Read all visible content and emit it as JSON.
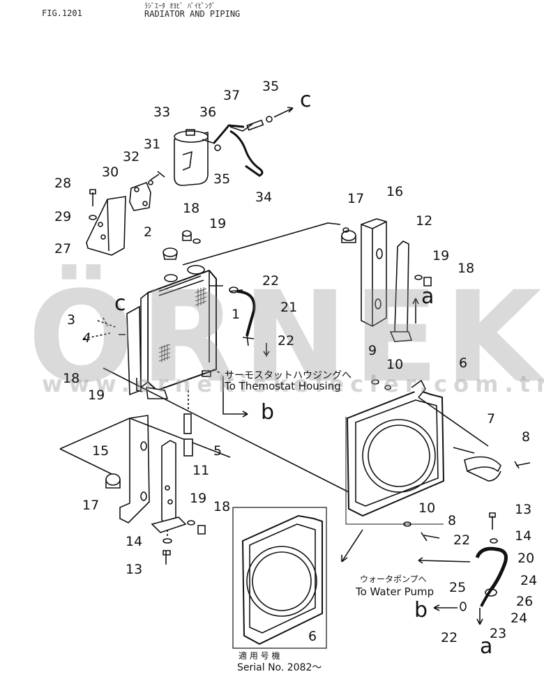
{
  "header": {
    "fig": "FIG.1201",
    "title_jp": "ﾗｼﾞｴｰﾀ ｵﾖﾋﾞ ﾊﾟｲﾋﾟﾝｸﾞ",
    "title": "RADIATOR AND PIPING"
  },
  "watermark": {
    "logo": "ÖRNEK",
    "url": "www.ornekiskelecler.com.tr"
  },
  "callouts": [
    {
      "id": "c37",
      "text": "37"
    },
    {
      "id": "c35a",
      "text": "35"
    },
    {
      "id": "c36",
      "text": "36"
    },
    {
      "id": "c33",
      "text": "33"
    },
    {
      "id": "c35b",
      "text": "35"
    },
    {
      "id": "c34",
      "text": "34"
    },
    {
      "id": "c31",
      "text": "31"
    },
    {
      "id": "c32",
      "text": "32"
    },
    {
      "id": "c30",
      "text": "30"
    },
    {
      "id": "c28",
      "text": "28"
    },
    {
      "id": "c29",
      "text": "29"
    },
    {
      "id": "c27",
      "text": "27"
    },
    {
      "id": "c18a",
      "text": "18"
    },
    {
      "id": "c19a",
      "text": "19"
    },
    {
      "id": "c2",
      "text": "2"
    },
    {
      "id": "c17a",
      "text": "17"
    },
    {
      "id": "c16",
      "text": "16"
    },
    {
      "id": "c12",
      "text": "12"
    },
    {
      "id": "c19b",
      "text": "19"
    },
    {
      "id": "c18b",
      "text": "18"
    },
    {
      "id": "c22a",
      "text": "22"
    },
    {
      "id": "c1",
      "text": "1"
    },
    {
      "id": "c21",
      "text": "21"
    },
    {
      "id": "c3",
      "text": "3"
    },
    {
      "id": "c22b",
      "text": "22"
    },
    {
      "id": "c4",
      "text": "4"
    },
    {
      "id": "c18c",
      "text": "18"
    },
    {
      "id": "c19c",
      "text": "19"
    },
    {
      "id": "c9",
      "text": "9"
    },
    {
      "id": "c10a",
      "text": "10"
    },
    {
      "id": "c6a",
      "text": "6"
    },
    {
      "id": "c15",
      "text": "15"
    },
    {
      "id": "c5",
      "text": "5"
    },
    {
      "id": "c11",
      "text": "11"
    },
    {
      "id": "c7",
      "text": "7"
    },
    {
      "id": "c8a",
      "text": "8"
    },
    {
      "id": "c17b",
      "text": "17"
    },
    {
      "id": "c19d",
      "text": "19"
    },
    {
      "id": "c18d",
      "text": "18"
    },
    {
      "id": "c10b",
      "text": "10"
    },
    {
      "id": "c8b",
      "text": "8"
    },
    {
      "id": "c13a",
      "text": "13"
    },
    {
      "id": "c14a",
      "text": "14"
    },
    {
      "id": "c14b",
      "text": "14"
    },
    {
      "id": "c13b",
      "text": "13"
    },
    {
      "id": "c22c",
      "text": "22"
    },
    {
      "id": "c20",
      "text": "20"
    },
    {
      "id": "c24a",
      "text": "24"
    },
    {
      "id": "c25",
      "text": "25"
    },
    {
      "id": "c26",
      "text": "26"
    },
    {
      "id": "c24b",
      "text": "24"
    },
    {
      "id": "c23",
      "text": "23"
    },
    {
      "id": "c22d",
      "text": "22"
    },
    {
      "id": "c6b",
      "text": "6"
    }
  ],
  "refs": {
    "c_top": "c",
    "c_left": "c",
    "a_right": "a",
    "a_bottom": "a",
    "b_mid": "b",
    "b_bottom": "b"
  },
  "notes": {
    "thermostat_jp": "サーモスタットハウジングへ",
    "thermostat_en": "To Themostat Housing",
    "pump_jp": "ウォータポンプへ",
    "pump_en": "To Water Pump",
    "serial_jp": "適 用 号 機",
    "serial_en": "Serial No. 2082～"
  }
}
